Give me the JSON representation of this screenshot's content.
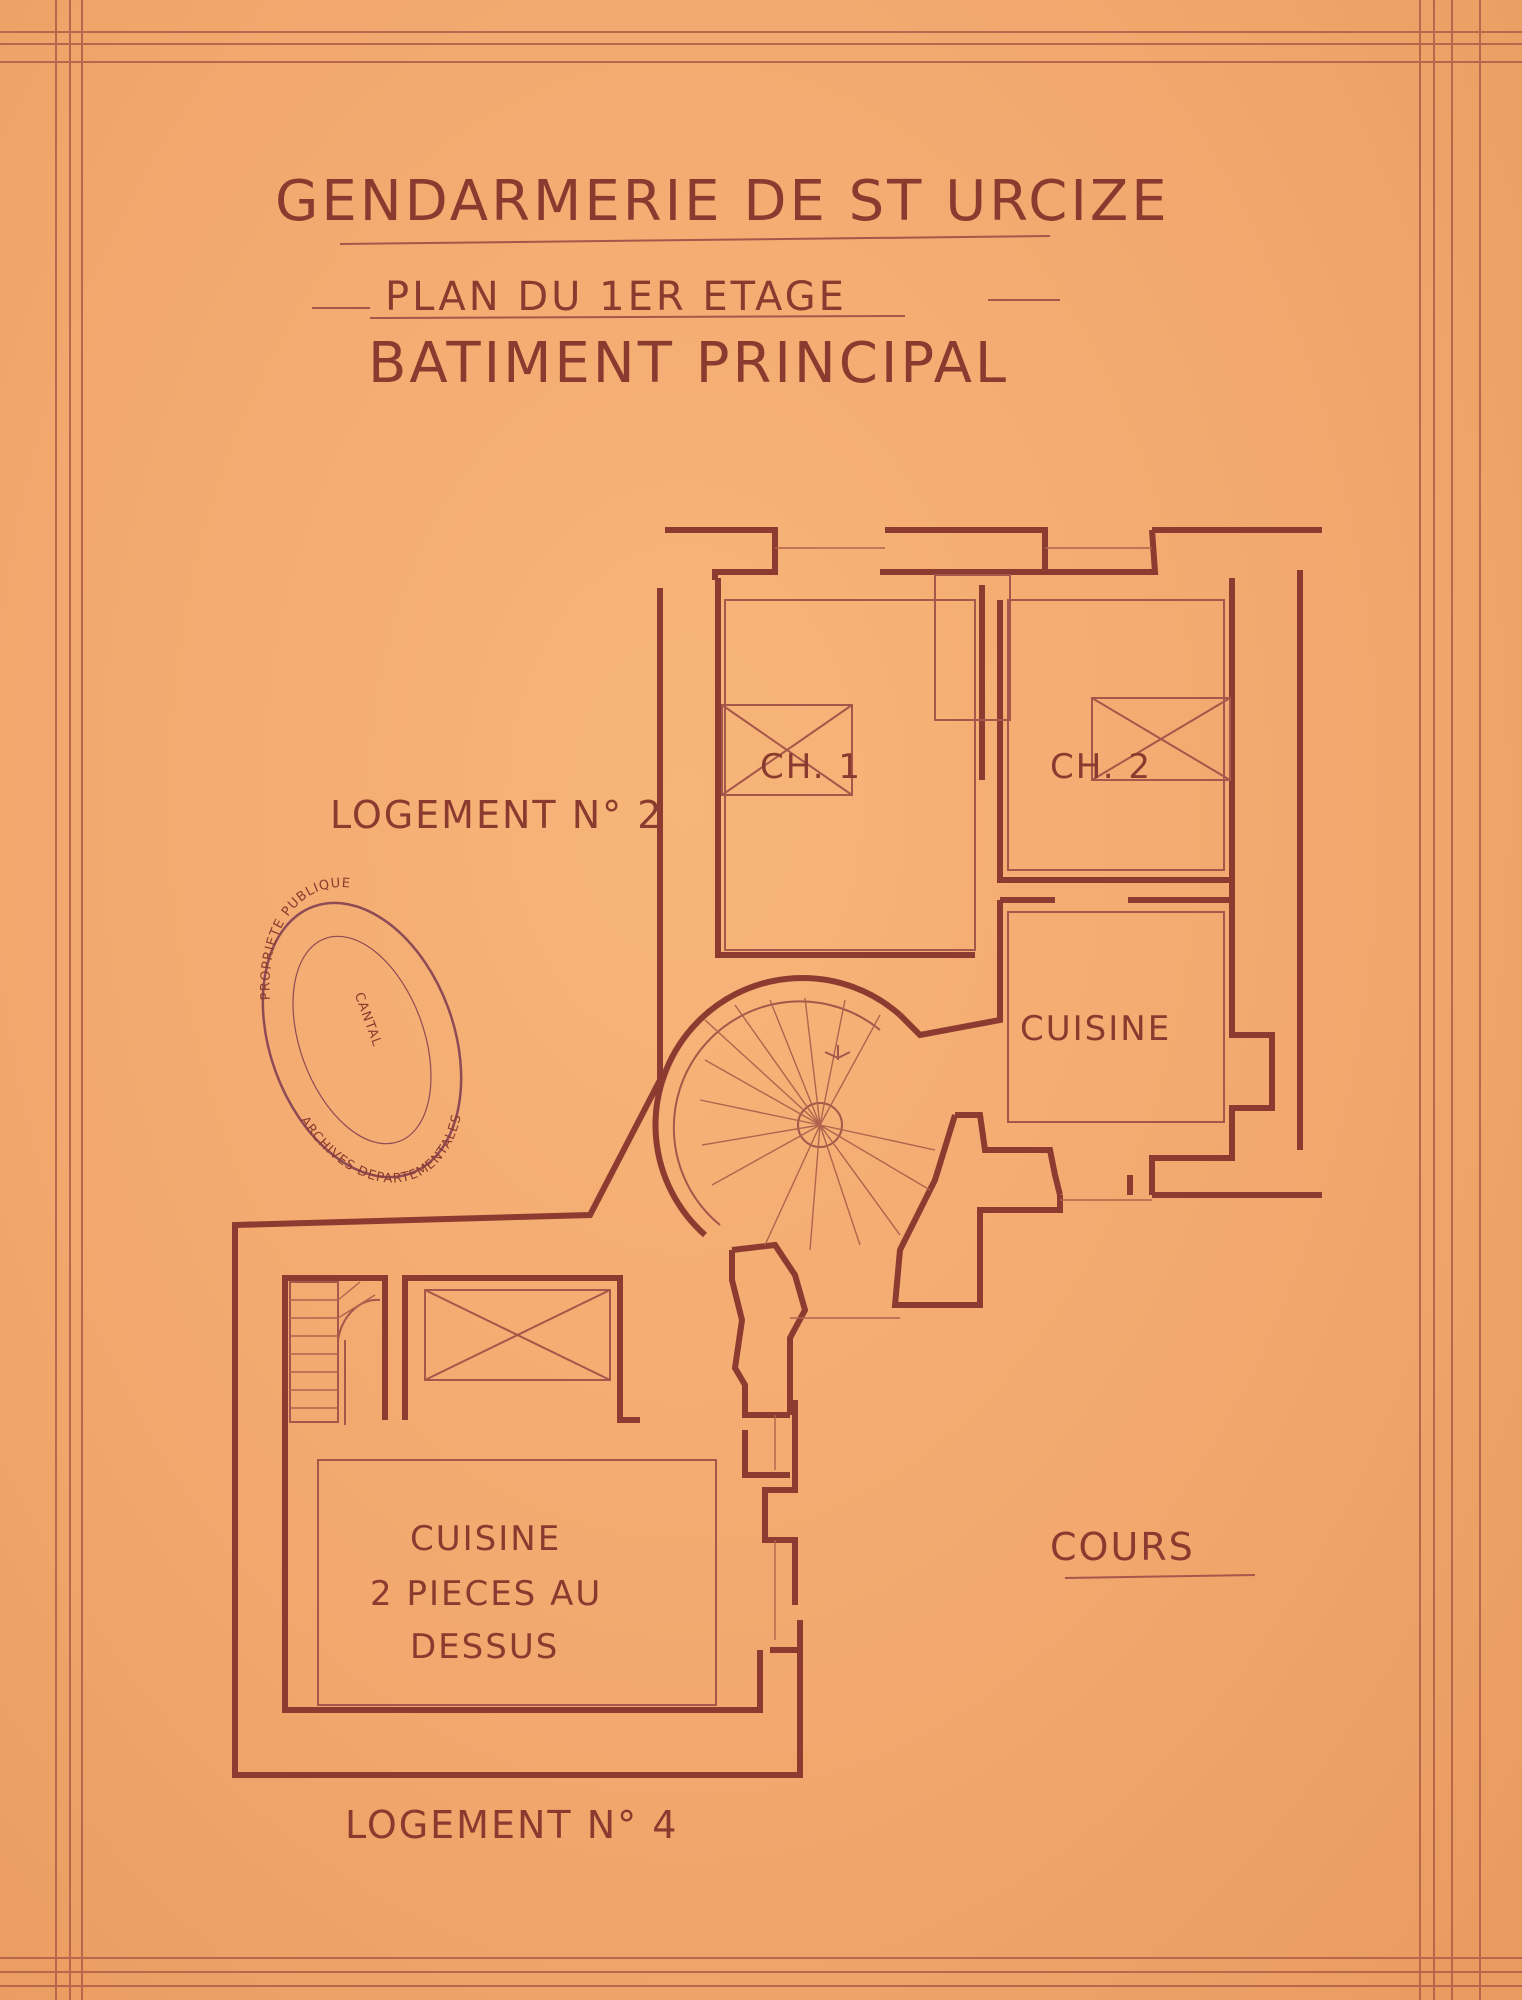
{
  "title": {
    "main": "GENDARMERIE DE ST URCIZE",
    "subtitle": "PLAN DU 1ER ETAGE",
    "building": "BATIMENT PRINCIPAL"
  },
  "labels": {
    "logement_2": "LOGEMENT N° 2",
    "logement_4": "LOGEMENT N° 4",
    "ch1": "CH. 1",
    "ch2": "CH. 2",
    "cuisine_right": "CUISINE",
    "cuisine_left_1": "CUISINE",
    "cuisine_left_2": "2 PIECES AU",
    "cuisine_left_3": "DESSUS",
    "cour": "COURS"
  },
  "stamp": {
    "ring_top": "PROPRIETE PUBLIQUE",
    "ring_bottom": "ARCHIVES DEPARTEMENTALES",
    "center": "CANTAL"
  },
  "colors": {
    "paper": "#f2a86e",
    "ink": "#8a3a2e"
  }
}
